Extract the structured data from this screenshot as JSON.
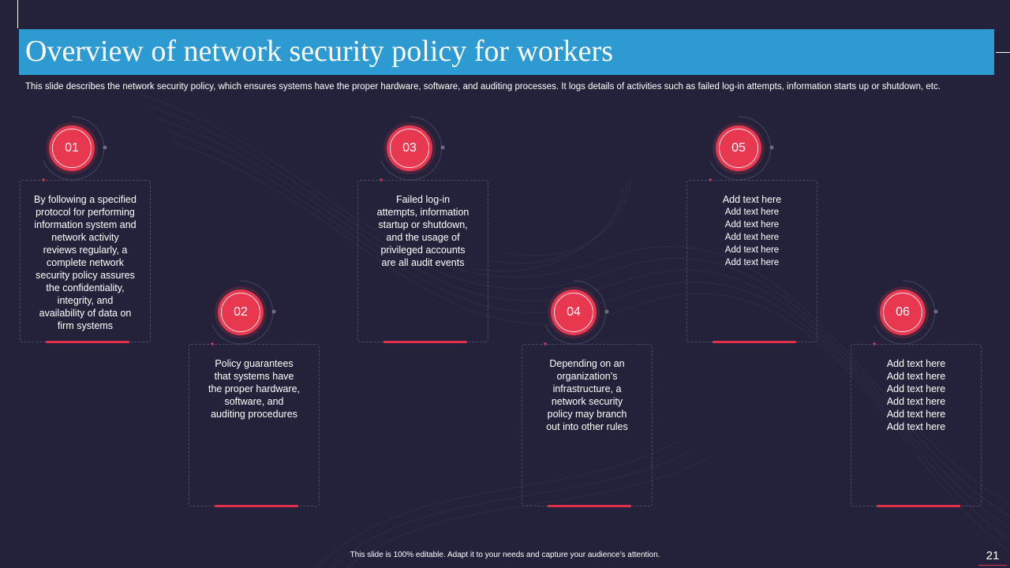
{
  "slide": {
    "title": "Overview of network security policy for workers",
    "subtitle": "This slide describes the network security policy, which ensures systems have the proper hardware, software, and auditing processes. It logs details of activities such as failed log-in attempts, information starts up or shutdown, etc.",
    "footer": "This slide is 100% editable.  Adapt it to your needs and capture your audience’s attention.",
    "page_number": "21"
  },
  "colors": {
    "background": "#23223a",
    "title_bar": "#2d9bd2",
    "accent": "#e8384f"
  },
  "steps": [
    {
      "number": "01",
      "lines": [
        "By following a specified",
        "protocol for performing",
        "information system and",
        "network activity",
        "reviews regularly, a",
        "complete network",
        "security policy assures",
        "the confidentiality,",
        "integrity, and",
        "availability of data on",
        "firm systems"
      ]
    },
    {
      "number": "02",
      "lines": [
        "Policy guarantees",
        "that systems have",
        "the proper hardware,",
        "software, and",
        "auditing procedures"
      ]
    },
    {
      "number": "03",
      "lines": [
        "Failed log-in",
        "attempts, information",
        "startup or shutdown,",
        "and the usage of",
        "privileged accounts",
        "are all audit events"
      ]
    },
    {
      "number": "04",
      "lines": [
        "Depending on an",
        "organization’s",
        "infrastructure, a",
        "network security",
        "policy may branch",
        "out into other rules"
      ]
    },
    {
      "number": "05",
      "lines": [
        "Add text here",
        "Add text here",
        "Add text here",
        "Add text here",
        "Add text here",
        "Add text here"
      ]
    },
    {
      "number": "06",
      "lines": [
        "Add text here",
        "Add text here",
        "Add text here",
        "Add text here",
        "Add text here",
        "Add text here"
      ]
    }
  ]
}
